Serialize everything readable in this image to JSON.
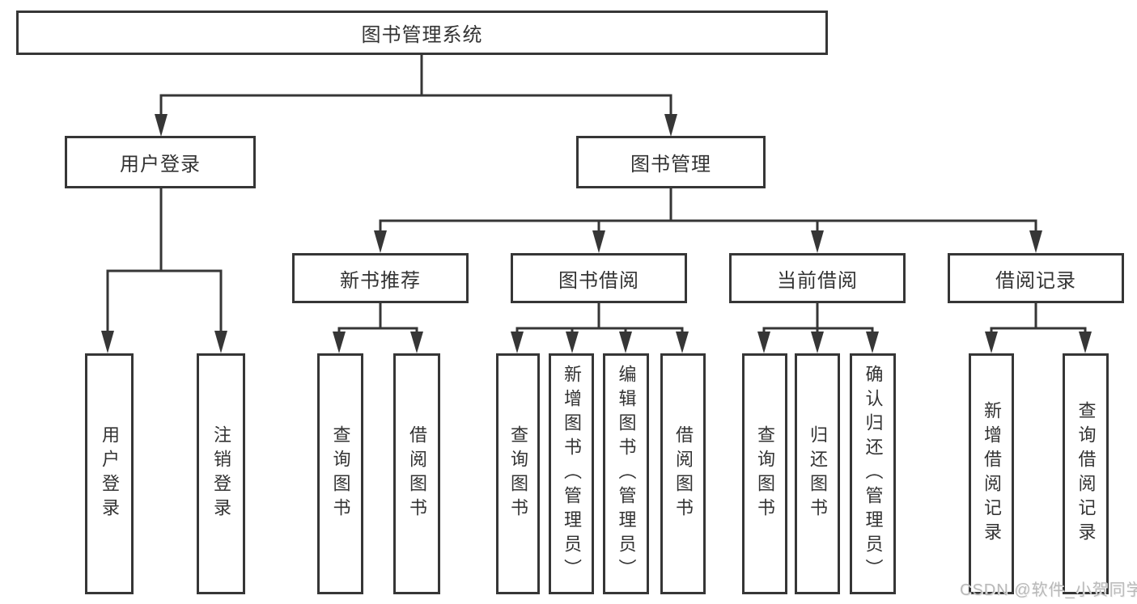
{
  "tree": {
    "label": "图书管理系统",
    "children": [
      {
        "label": "用户登录",
        "children": [
          {
            "label": "用户登录"
          },
          {
            "label": "注销登录"
          }
        ]
      },
      {
        "label": "图书管理",
        "children": [
          {
            "label": "新书推荐",
            "children": [
              {
                "label": "查询图书"
              },
              {
                "label": "借阅图书"
              }
            ]
          },
          {
            "label": "图书借阅",
            "children": [
              {
                "label": "查询图书"
              },
              {
                "label": "新增图书（管理员）"
              },
              {
                "label": "编辑图书（管理员）"
              },
              {
                "label": "借阅图书"
              }
            ]
          },
          {
            "label": "当前借阅",
            "children": [
              {
                "label": "查询图书"
              },
              {
                "label": "归还图书"
              },
              {
                "label": "确认归还（管理员）"
              }
            ]
          },
          {
            "label": "借阅记录",
            "children": [
              {
                "label": "新增借阅记录"
              },
              {
                "label": "查询借阅记录"
              }
            ]
          }
        ]
      }
    ]
  },
  "watermark": {
    "text": "CSDN @软件_小贺同学"
  },
  "colors": {
    "line": "#363636",
    "box_border": "#363636",
    "text": "#333333",
    "watermark": "#b9b9b9",
    "background": "#ffffff"
  }
}
